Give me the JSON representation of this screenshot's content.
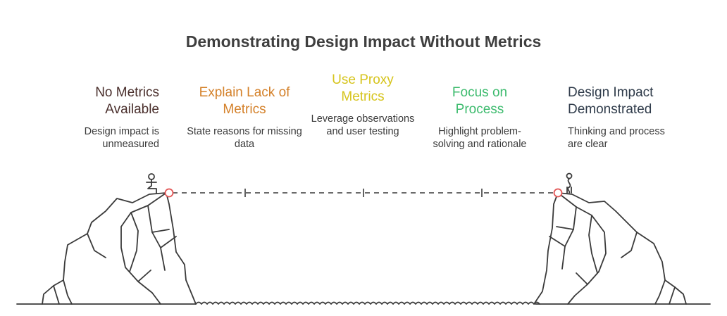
{
  "title": "Demonstrating Design Impact Without Metrics",
  "stages": [
    {
      "heading": "No Metrics Available",
      "description": "Design impact is unmeasured",
      "color": "#4a2f2c"
    },
    {
      "heading": "Explain Lack of Metrics",
      "description": "State reasons for missing data",
      "color": "#d4812a"
    },
    {
      "heading": "Use Proxy Metrics",
      "description": "Leverage observations and user testing",
      "color": "#d6c41c"
    },
    {
      "heading": "Focus on Process",
      "description": "Highlight problem-solving and rationale",
      "color": "#3dbb6e"
    },
    {
      "heading": "Design Impact Demonstrated",
      "description": "Thinking and process are clear",
      "color": "#2f3b4a"
    }
  ],
  "colors": {
    "line": "#3a3a3a",
    "endpoint": "#e25454"
  }
}
